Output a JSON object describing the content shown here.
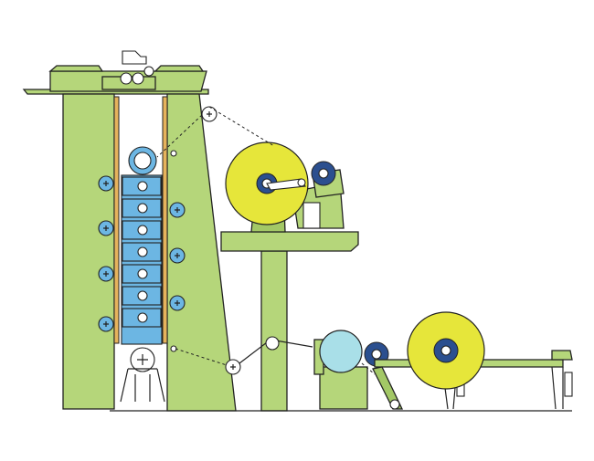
{
  "diagram": {
    "colors": {
      "frame": "#b5d67a",
      "frame_dark": "#a3c866",
      "roll_blue": "#6cb6e3",
      "reel_yellow": "#e6e63a",
      "cylinder_cyan": "#a9dfe8",
      "rail_tan": "#e6b35c",
      "hub_navy": "#2b4f8f",
      "outline": "#222222"
    },
    "components": [
      "main-tower-frame",
      "roll-stack",
      "top-drive-head",
      "unwind-reel",
      "unwind-stand-table",
      "chill-cylinder",
      "rewind-reel",
      "rewind-rail-frame",
      "web-path"
    ]
  }
}
